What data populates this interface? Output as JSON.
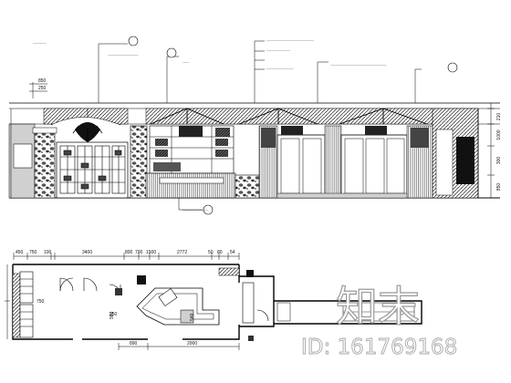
{
  "elevation": {
    "callouts": [
      {
        "text": "~~~~~~~~"
      },
      {
        "text": "~~~~~~~~~~~~~~~~~~"
      },
      {
        "text": "~~~~"
      },
      {
        "text": "~~~~~~~~~~~~~~~~~~~~~~~~~~~~"
      },
      {
        "text": "~~~~~~~~~~~~~~"
      },
      {
        "text": "~~~~~~~~~~~~~~~~"
      },
      {
        "text": "~~~~~~~~~~~~~~~~~~~~~~~~~~~~~~~~~"
      },
      {
        "text": "~~~~~~~~~~~~~~~"
      }
    ],
    "left_dims": [
      "850",
      "250"
    ],
    "right_dims": [
      "210",
      "1000",
      "300",
      "850"
    ]
  },
  "plan": {
    "top_dims": [
      "450",
      "750",
      "100",
      "3400",
      "800",
      "700",
      "1500",
      "2772",
      "50",
      "80",
      "54"
    ],
    "left_dims": [
      "750",
      "250"
    ],
    "inner_dims": [
      "980",
      "540"
    ],
    "bottom_dims": [
      "890",
      "2000"
    ]
  },
  "watermark": {
    "brand": "知末",
    "id_text": "ID: 161769168"
  }
}
